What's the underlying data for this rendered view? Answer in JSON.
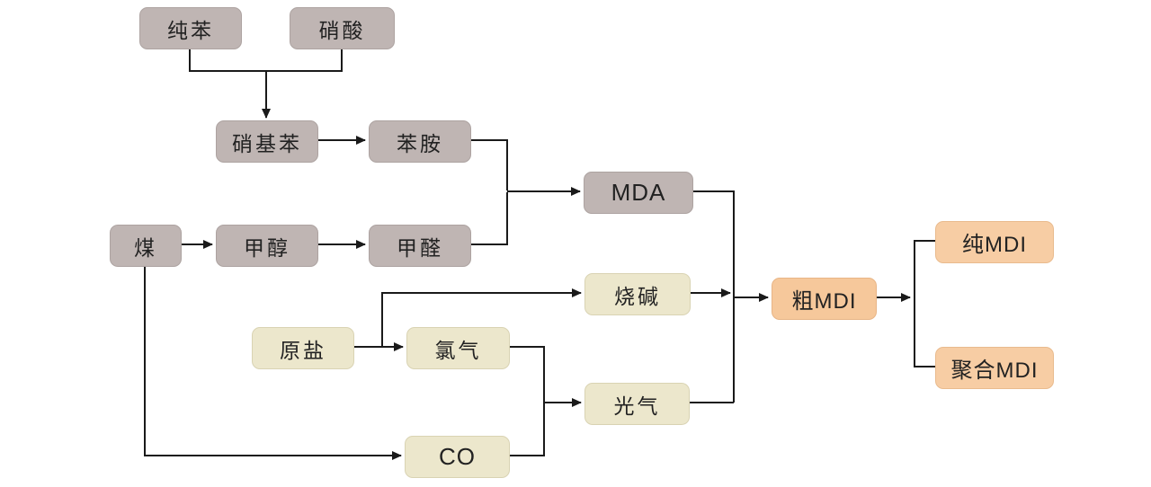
{
  "diagram": {
    "nodes": [
      {
        "id": "pure-benzene",
        "label": "纯苯",
        "group": "intermediate"
      },
      {
        "id": "nitric-acid",
        "label": "硝酸",
        "group": "intermediate"
      },
      {
        "id": "nitrobenzene",
        "label": "硝基苯",
        "group": "intermediate"
      },
      {
        "id": "aniline",
        "label": "苯胺",
        "group": "intermediate"
      },
      {
        "id": "mda",
        "label": "MDA",
        "group": "intermediate"
      },
      {
        "id": "coal",
        "label": "煤",
        "group": "intermediate"
      },
      {
        "id": "methanol",
        "label": "甲醇",
        "group": "intermediate"
      },
      {
        "id": "formaldehyde",
        "label": "甲醛",
        "group": "intermediate"
      },
      {
        "id": "caustic-soda",
        "label": "烧碱",
        "group": "chlor-alkali"
      },
      {
        "id": "raw-salt",
        "label": "原盐",
        "group": "chlor-alkali"
      },
      {
        "id": "chlorine",
        "label": "氯气",
        "group": "chlor-alkali"
      },
      {
        "id": "phosgene",
        "label": "光气",
        "group": "chlor-alkali"
      },
      {
        "id": "co",
        "label": "CO",
        "group": "chlor-alkali"
      },
      {
        "id": "crude-mdi",
        "label": "粗MDI",
        "group": "product"
      },
      {
        "id": "pure-mdi",
        "label": "纯MDI",
        "group": "product"
      },
      {
        "id": "polymeric-mdi",
        "label": "聚合MDI",
        "group": "product"
      }
    ],
    "edges": [
      {
        "from": "pure-benzene",
        "to": "nitrobenzene"
      },
      {
        "from": "nitric-acid",
        "to": "nitrobenzene"
      },
      {
        "from": "nitrobenzene",
        "to": "aniline"
      },
      {
        "from": "aniline",
        "to": "mda"
      },
      {
        "from": "formaldehyde",
        "to": "mda"
      },
      {
        "from": "coal",
        "to": "methanol"
      },
      {
        "from": "methanol",
        "to": "formaldehyde"
      },
      {
        "from": "mda",
        "to": "crude-mdi"
      },
      {
        "from": "caustic-soda",
        "to": "crude-mdi"
      },
      {
        "from": "phosgene",
        "to": "crude-mdi"
      },
      {
        "from": "raw-salt",
        "to": "chlorine"
      },
      {
        "from": "raw-salt",
        "to": "caustic-soda"
      },
      {
        "from": "chlorine",
        "to": "phosgene"
      },
      {
        "from": "co",
        "to": "phosgene"
      },
      {
        "from": "coal",
        "to": "co"
      },
      {
        "from": "crude-mdi",
        "to": "pure-mdi"
      },
      {
        "from": "crude-mdi",
        "to": "polymeric-mdi"
      }
    ],
    "colors": {
      "intermediate": "#bfb5b3",
      "chlor_alkali": "#ece7cc",
      "product": "#f6c89b",
      "line": "#1a1a1a",
      "text": "#222222",
      "background": "#ffffff"
    }
  }
}
